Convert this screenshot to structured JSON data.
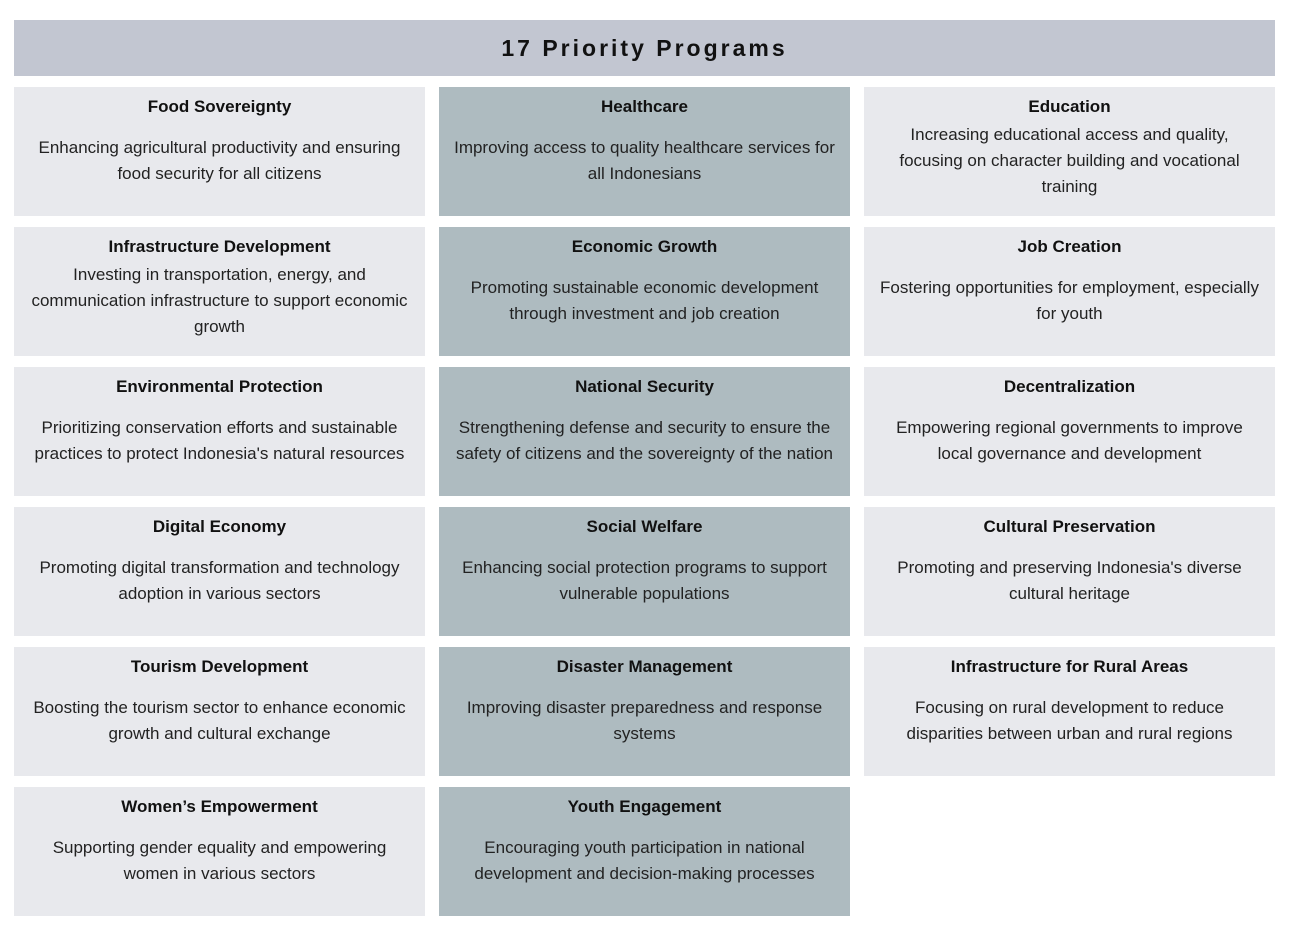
{
  "header": {
    "title": "17 Priority Programs"
  },
  "programs": [
    {
      "title": "Food Sovereignty",
      "description": "Enhancing agricultural productivity and ensuring food security for all citizens"
    },
    {
      "title": "Healthcare",
      "description": "Improving access to quality healthcare services for all Indonesians"
    },
    {
      "title": "Education",
      "description": "Increasing educational access and quality, focusing on character building and vocational training"
    },
    {
      "title": "Infrastructure Development",
      "description": "Investing in transportation, energy, and communication infrastructure to support economic growth"
    },
    {
      "title": "Economic Growth",
      "description": "Promoting sustainable economic development through investment and job creation"
    },
    {
      "title": "Job Creation",
      "description": "Fostering opportunities for employment, especially for youth"
    },
    {
      "title": "Environmental Protection",
      "description": "Prioritizing conservation efforts and sustainable practices to protect Indonesia's natural resources"
    },
    {
      "title": "National Security",
      "description": "Strengthening defense and security to ensure the safety of citizens and the sovereignty of the nation"
    },
    {
      "title": "Decentralization",
      "description": "Empowering regional governments to improve local governance and development"
    },
    {
      "title": "Digital Economy",
      "description": "Promoting digital transformation and technology adoption in various sectors"
    },
    {
      "title": "Social Welfare",
      "description": "Enhancing social protection programs to support vulnerable populations"
    },
    {
      "title": "Cultural Preservation",
      "description": "Promoting and preserving Indonesia's diverse cultural heritage"
    },
    {
      "title": "Tourism Development",
      "description": "Boosting the tourism sector to enhance economic growth and cultural exchange"
    },
    {
      "title": "Disaster Management",
      "description": "Improving disaster preparedness and response systems"
    },
    {
      "title": "Infrastructure for Rural Areas",
      "description": "Focusing on rural development to reduce disparities between urban and rural regions"
    },
    {
      "title": "Women’s Empowerment",
      "description": "Supporting gender equality and empowering women in various sectors"
    },
    {
      "title": "Youth Engagement",
      "description": "Encouraging youth participation in national development and decision-making processes"
    }
  ],
  "colors": {
    "header_bg": "#c2c6d1",
    "card_light": "#e8e9ed",
    "card_mid": "#aebbc0"
  }
}
